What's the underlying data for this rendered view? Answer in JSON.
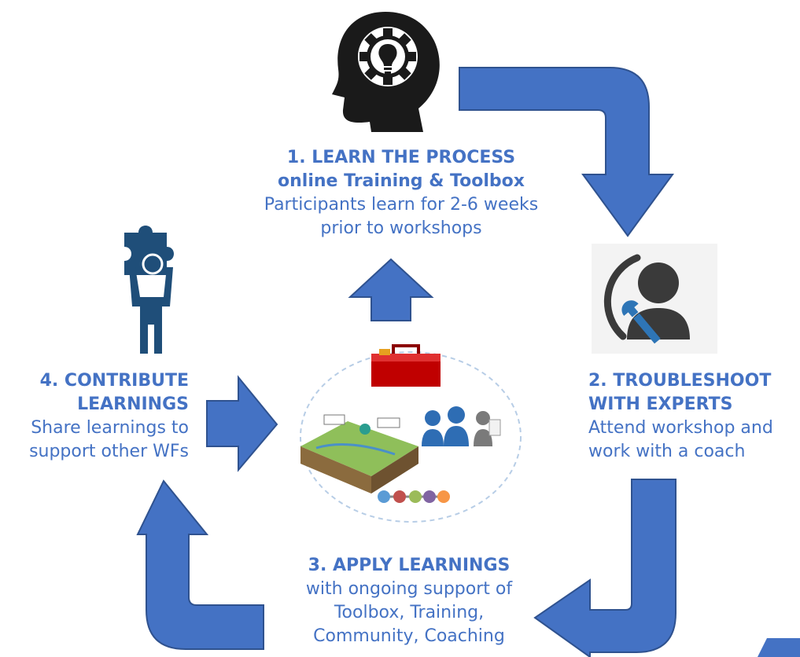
{
  "steps": [
    {
      "title": "1. LEARN THE PROCESS",
      "subtitle": "online Training & Toolbox",
      "lines": [
        "Participants learn for 2-6 weeks",
        "prior to workshops"
      ]
    },
    {
      "title_lines": [
        "2. TROUBLESHOOT",
        "WITH EXPERTS"
      ],
      "lines": [
        "Attend workshop and",
        "work with a coach"
      ]
    },
    {
      "title": "3. APPLY LEARNINGS",
      "lines": [
        "with ongoing support of",
        "Toolbox, Training,",
        "Community, Coaching"
      ]
    },
    {
      "title_lines": [
        "4. CONTRIBUTE",
        "LEARNINGS"
      ],
      "lines": [
        "Share learnings to",
        "support other WFs"
      ]
    }
  ],
  "icons": {
    "step1": "head-gear-lightbulb-icon",
    "step2": "person-wrench-icon",
    "step3": "toolbox-and-team-illustration",
    "step4": "person-holding-puzzle-icon"
  },
  "colors": {
    "text": "#4472c4",
    "arrow": "#4472c4",
    "arrow_border": "#2f528f",
    "icon_dark": "#1a1a1a",
    "icon_teal": "#1f4e79"
  }
}
